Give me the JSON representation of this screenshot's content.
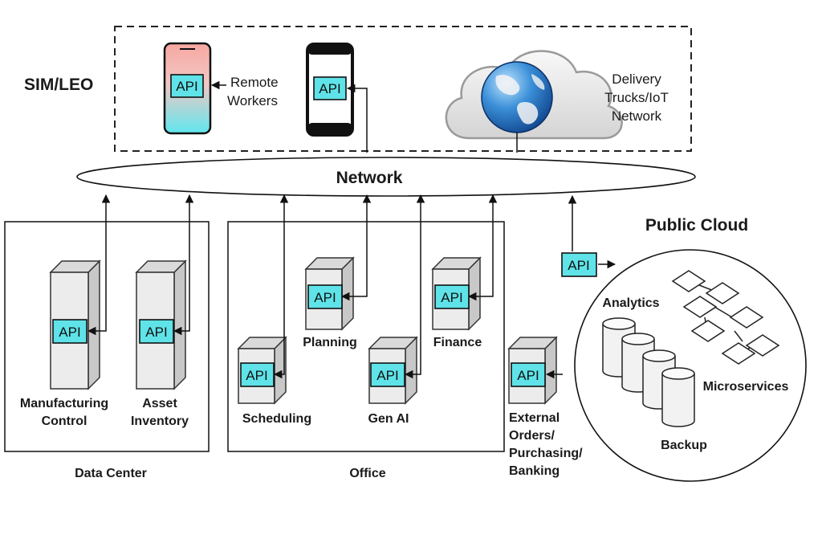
{
  "sim_leo": {
    "label": "SIM/LEO"
  },
  "remote_workers": {
    "api": "API",
    "label_line1": "Remote",
    "label_line2": "Workers"
  },
  "phone2": {
    "api": "API"
  },
  "delivery": {
    "line1": "Delivery",
    "line2": "Trucks/IoT",
    "line3": "Network"
  },
  "network": {
    "label": "Network"
  },
  "data_center": {
    "label": "Data Center",
    "manufacturing": {
      "api": "API",
      "line1": "Manufacturing",
      "line2": "Control"
    },
    "asset": {
      "api": "API",
      "line1": "Asset",
      "line2": "Inventory"
    }
  },
  "office": {
    "label": "Office",
    "scheduling": {
      "api": "API",
      "label": "Scheduling"
    },
    "planning": {
      "api": "API",
      "label": "Planning"
    },
    "gen_ai": {
      "api": "API",
      "label": "Gen AI"
    },
    "finance": {
      "api": "API",
      "label": "Finance"
    }
  },
  "external": {
    "api": "API",
    "line1": "External",
    "line2": "Orders/",
    "line3": "Purchasing/",
    "line4": "Banking"
  },
  "public_cloud": {
    "title": "Public Cloud",
    "api": "API",
    "analytics": "Analytics",
    "microservices": "Microservices",
    "backup": "Backup"
  },
  "colors": {
    "api_fill": "#5fe3e8",
    "phone_top": "#f7a7a0",
    "phone_bottom": "#5fe7ee"
  }
}
